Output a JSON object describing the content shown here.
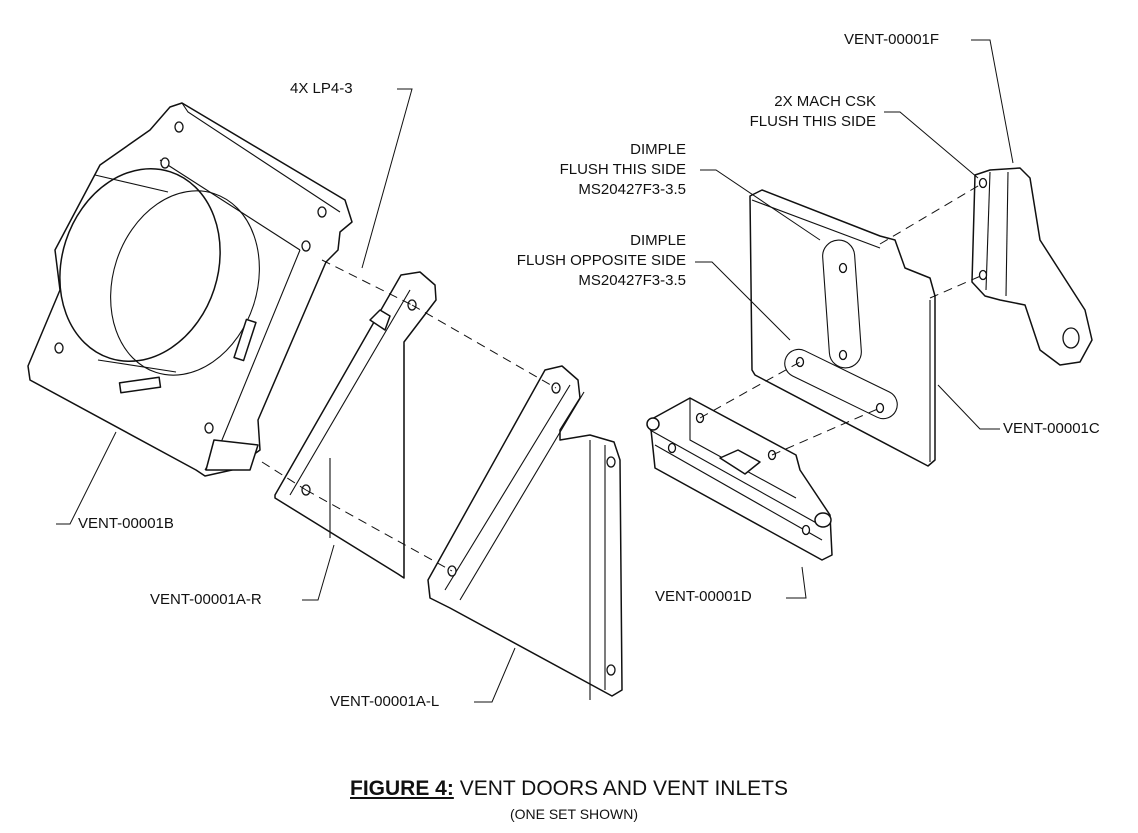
{
  "labels": {
    "lp4": "4X LP4-3",
    "vent_f": "VENT-00001F",
    "csk_line1": "2X MACH CSK",
    "csk_line2": "FLUSH THIS SIDE",
    "dimple1_line1": "DIMPLE",
    "dimple1_line2": "FLUSH THIS SIDE",
    "dimple1_line3": "MS20427F3-3.5",
    "dimple2_line1": "DIMPLE",
    "dimple2_line2": "FLUSH OPPOSITE SIDE",
    "dimple2_line3": "MS20427F3-3.5",
    "vent_c": "VENT-00001C",
    "vent_b": "VENT-00001B",
    "vent_ar": "VENT-00001A-R",
    "vent_d": "VENT-00001D",
    "vent_al": "VENT-00001A-L"
  },
  "caption": {
    "figure": "FIGURE 4:",
    "title": "VENT DOORS AND VENT INLETS",
    "subtitle": "(ONE SET SHOWN)"
  }
}
